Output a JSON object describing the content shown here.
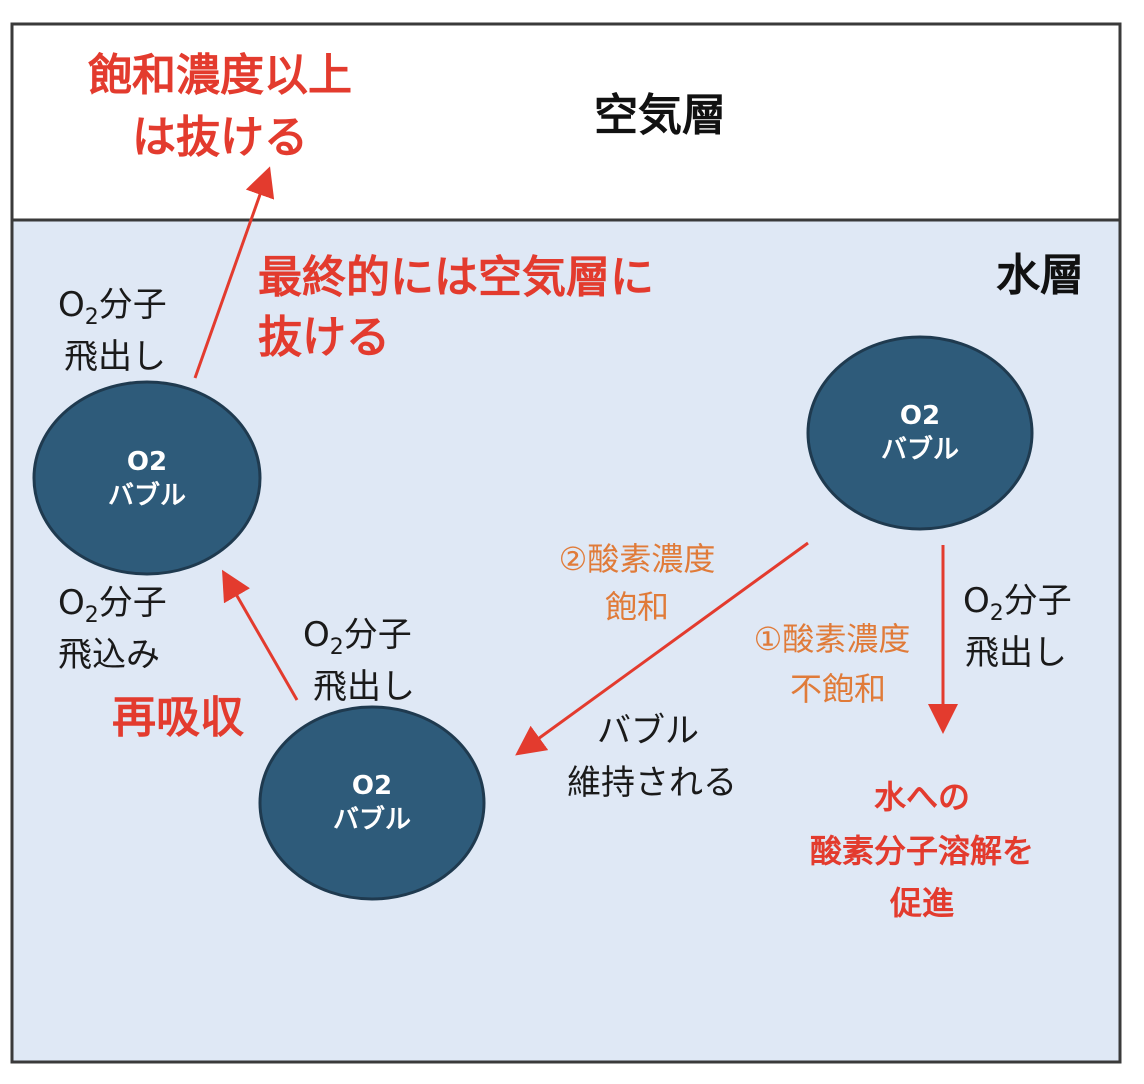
{
  "layers": {
    "air": "空気層",
    "water": "水層"
  },
  "bubbles": {
    "left": [
      "O2",
      "バブル"
    ],
    "right": [
      "O2",
      "バブル"
    ],
    "bottom": [
      "O2",
      "バブル"
    ]
  },
  "labels": {
    "saturation_escape": [
      "飽和濃度以上",
      "は抜ける"
    ],
    "final_escape": [
      "最終的には空気層に",
      "抜ける"
    ],
    "left_out": [
      "分子",
      "飛出し"
    ],
    "left_in": [
      "分子",
      "飛込み"
    ],
    "bottom_out": [
      "分子",
      "飛出し"
    ],
    "right_out": [
      "分子",
      "飛出し"
    ],
    "o_symbol": "O",
    "subscript": "2",
    "reabsorb": "再吸収",
    "saturated": [
      "②酸素濃度",
      "飽和"
    ],
    "unsaturated": [
      "①酸素濃度",
      "不飽和"
    ],
    "maintained": [
      "バブル",
      "維持される"
    ],
    "dissolve": [
      "水への",
      "酸素分子溶解を",
      "促進"
    ]
  },
  "colors": {
    "air": "#ffffff",
    "water": "#dfe8f5",
    "bubble": "#2e5b7a",
    "arrow_red": "#e33b2e",
    "text_orange": "#e07b39"
  }
}
